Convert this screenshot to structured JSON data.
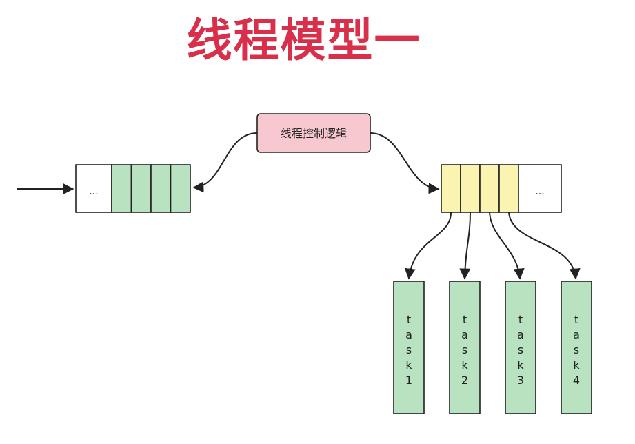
{
  "title": "线程模型一",
  "controller": {
    "label": "线程控制逻辑"
  },
  "input_queue": {
    "overflow": "...",
    "slot_count": 4
  },
  "worker_queue": {
    "overflow": "...",
    "slot_count": 4
  },
  "tasks": [
    {
      "label": "task1"
    },
    {
      "label": "task2"
    },
    {
      "label": "task3"
    },
    {
      "label": "task4"
    }
  ],
  "colors": {
    "title": "#d8304a",
    "controller_fill": "#f8c8d0",
    "input_slot_fill": "#b8e2c0",
    "worker_slot_fill": "#fbf3b0",
    "task_fill": "#b8e2c0",
    "stroke": "#222222"
  }
}
